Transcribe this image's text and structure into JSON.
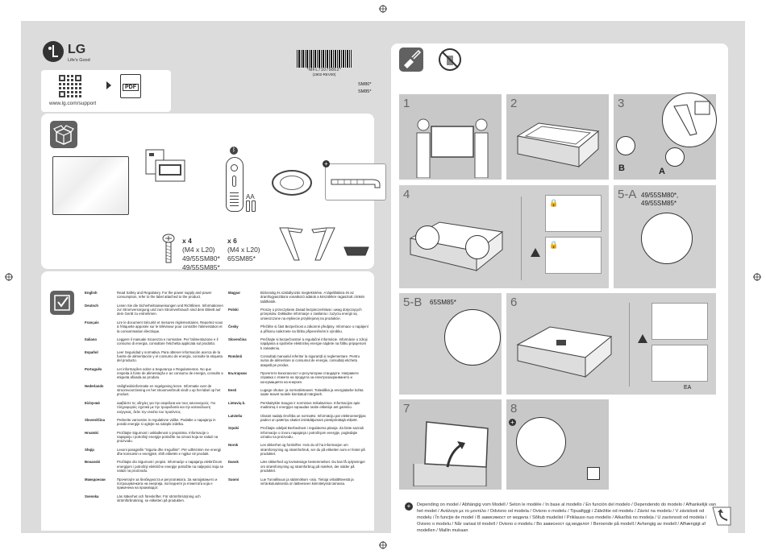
{
  "brand": {
    "name": "LG",
    "tagline": "Life's Good"
  },
  "support": {
    "url": "www.lg.com/support",
    "doc_label": "PDF"
  },
  "barcode": {
    "code": "*MFL71079862*",
    "revision": "(1902-REV00)"
  },
  "models": [
    "SM80*",
    "SM85*"
  ],
  "accessories": {
    "aa_label": "AA",
    "screws": {
      "qty": "x 4",
      "spec": "(M4 x L20)",
      "models": [
        "49/55SM80*",
        "49/55SM85*"
      ]
    },
    "screws2": {
      "qty": "x 6",
      "spec": "(M4 x L20)",
      "models": [
        "65SM85*"
      ]
    }
  },
  "steps": {
    "s1": "1",
    "s2": "2",
    "s3": "3",
    "s3_a": "A",
    "s3_b": "B",
    "s4": "4",
    "s5a": "5-A",
    "s5a_models": [
      "49/55SM80*,",
      "49/55SM85*"
    ],
    "s5b": "5-B",
    "s5b_models": "65SM85*",
    "s6": "6",
    "s6_note": "EA",
    "s7": "7",
    "s8": "8"
  },
  "languages_left": [
    {
      "name": "English",
      "text": "Read Safety and Regulatory. For the power supply and power consumption, refer to the label attached to the product."
    },
    {
      "name": "Deutsch",
      "text": "Lesen Sie die Sicherheitsanweisungen und Richtlinien. Informationen zur Stromversorgung und zum Stromverbrauch sind dem Etikett auf dem Gerät zu entnehmen."
    },
    {
      "name": "Français",
      "text": "Lire le document Sécurité et mesures réglementaires. Reportez-vous à l'étiquette apposée sur le téléviseur pour connaître l'alimentation et la consommation électrique."
    },
    {
      "name": "Italiano",
      "text": "Leggere il manuale Sicurezza e normative. Per l'alimentazione e il consumo di energia, consultare l'etichetta applicata sul prodotto."
    },
    {
      "name": "Español",
      "text": "Leer Seguridad y normativa. Para obtener información acerca de la fuente de alimentación y el consumo de energía, consulte la etiqueta del producto."
    },
    {
      "name": "Português",
      "text": "Ler informações sobre a Segurança e Regulamentos. No que respeita à fonte de alimentação e ao consumo de energia, consulte a etiqueta afixada ao produto."
    },
    {
      "name": "Nederlands",
      "text": "Veiligheidsinformatie en regelgeving lezen. Informatie over de stroomvoorziening en het stroomverbruik vindt u op het label op het product."
    },
    {
      "name": "Ελληνικά",
      "text": "Διαβάστε τις οδηγίες για την ασφάλεια και τους κανονισμούς. Για πληροφορίες σχετικά με την τροφοδοσία και την κατανάλωση ενέργειας, δείτε την ετικέτα του προϊόντος."
    },
    {
      "name": "Slovenščina",
      "text": "Preberite varnostne in regulativne vidike. Podatke o napajanju in porabi energije si oglejte na nalepki izdelka."
    },
    {
      "name": "Hrvatski",
      "text": "Pročitajte Sigurnost i usklađenost s propisima. Informacije o napajanju i potrošnji energije potražite na oznaci koja se nalazi na proizvodu."
    },
    {
      "name": "Shqip",
      "text": "Lexoni paragrafin \"Siguria dhe rregullimi\". Për udhëzimin me energji dhe konsumin e energjisë, shih etiketën e ngjitur në produkt."
    },
    {
      "name": "Bosanski",
      "text": "Pročitajte dio Sigurnost i propisi. Informacije o napajanju električnom energijom i potrošnji električne energije potražite na naljepnici koja se nalazi na proizvodu."
    },
    {
      "name": "Македонски",
      "text": "Прочитајте за безбедноста и регулативата. За напојувањето и потрошувачката на енергија, погледнете ја етикетата која е прикачена на производот."
    },
    {
      "name": "Svenska",
      "text": "Läs Säkerhet och föreskrifter. För strömförsörjning och strömförbrukning, se etiketten på produkten."
    }
  ],
  "languages_right": [
    {
      "name": "Magyar",
      "text": "Biztonság és szabályozás megtekintése. A tápellátásra és az áramfogyasztásra vonatkozó adatok a készülékre ragasztott címkén találhatók."
    },
    {
      "name": "Polski",
      "text": "Proszę o przeczytanie Zasad bezpieczeństwa i uwag dotyczących przepisów. Dokładne informacje o zasilaniu i zużyciu energii są umieszczone na etykiecie przyklejonej na produkcie."
    },
    {
      "name": "Česky",
      "text": "Přečtěte si část Bezpečnost a zákonné předpisy. Informace o napájení a příkonu naleznete na štítku připevněném k výrobku."
    },
    {
      "name": "Slovenčina",
      "text": "Prečítajte si bezpečnostné a regulačné informácie. Informácie o zdroji napájania a spotrebe elektrickej energie nájdete na štítku pripojenom k zariadeniu."
    },
    {
      "name": "Română",
      "text": "Consultați manualul referitor la siguranță și reglementare. Pentru sursa de alimentare și consumul de energie, consultați eticheta ataşată pe produs."
    },
    {
      "name": "Български",
      "text": "Прочетете Безопасност и регулаторни стандарти. Направете справка с етикета на продукта за електрозахранването и консумацията на енергия."
    },
    {
      "name": "Eesti",
      "text": "Lugege ohutus- ja normatiivteavet. Toiteallika ja energiatarbe kohta saate teavet tootele kinnitatud märgiselt."
    },
    {
      "name": "Lietuvių k.",
      "text": "Perskaitykite Saugos ir norminius reikalavimus. Informacijos apie maitinimą ir energijos sąnaudas rasite etiketėje ant gaminio."
    },
    {
      "name": "Latviešu",
      "text": "Izlasiet sadaļu Drošība un normatīvi. Informāciju par elektroenerģijas padevi un patēriņu skatiet izstrādājumam piestiprinātajā etiķetē."
    },
    {
      "name": "Srpski",
      "text": "Pročitajte odeljak Bezbednost i regulatorna pitanja. Za biste saznali informacije o izvoru napajanja i potrošnjom energije, pogledajte oznaku na proizvodu."
    },
    {
      "name": "Norsk",
      "text": "Les sikkerhet og forskrifter. Hvis du vil ha informasjon om strømforsyning og strømforbruk, ser du på etiketten som er festet på produktet."
    },
    {
      "name": "Dansk",
      "text": "Læs sikkerhed og lovmæssige bestemmelser. Du kan få oplysninger om strømforsyning og strømforbrug på mærket, der sidder på produktet."
    },
    {
      "name": "Suomi",
      "text": "Lue Turvallisuus ja säännökset -osio. Tietoja virtalähteestä ja virrankulutuksesta on laitteeseen kiinnitetyssä tarrassa."
    }
  ],
  "footer_note": "Depending on model / Abhängig vom Modell / Selon le modèle / In base al modello / En función del modelo / Dependendo do modelo / Afhankelijk van het model / Ανάλογα με το μοντέλο / Odvisno od modela / Ovisno o modelu / Tipuafiggji / Záležitie od modelu / Závisí na modelu / V závislosti od modelu / În funcţie de model / В зависимост от модела / Sõltub mudelist / Priklauso nuo modelio / Atkarībā no modeļa / U zavisnosti od modela / Ovisno o modelu / Når variasi til modell / Ovisno o modelu / Во зависност од моделот / Beroende på modell / Avhengig av modell / Afhængigt af modellen / Mallin mukaan",
  "colors": {
    "sheet": "#dcdcdc",
    "panel": "#ffffff",
    "icon": "#616161",
    "brand": "#333333"
  }
}
